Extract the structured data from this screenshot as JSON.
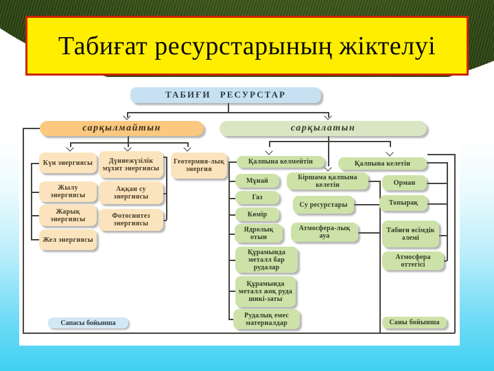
{
  "slide": {
    "title": "Табиғат ресурстарының жіктелуі",
    "colors": {
      "title_bg": "#ffee00",
      "title_border": "#cf2200",
      "background_cyan": "#3fd0f2",
      "grass_green": "#2c4513",
      "root_bg": "#c7e1f2",
      "inexhaustible_bg": "#fac87e",
      "exhaustible_bg": "#d9e6c4",
      "tan_node_bg": "#fbe4bd",
      "green_node_bg": "#cde2a8",
      "tag_blue_bg": "#d2e8f4"
    }
  },
  "diagram": {
    "root": "ТАБИҒИ РЕСУРСТАР",
    "inexhaustible": {
      "header": "сарқылмайтын",
      "sun": "Күн энергиясы",
      "heat": "Жылу энергиясы",
      "light": "Жарық энергиясы",
      "wind": "Жел энергиясы",
      "ocean": "Дүниежүзілік мұхит энергиясы",
      "flowing_water": "Аққан су энергиясы",
      "photosynthesis": "Фотосинтез энергиясы",
      "geothermal": "Геотермия-лық энергия"
    },
    "exhaustible": {
      "header": "сарқылатын",
      "non_renewable": "Қалпына келмейтін",
      "renewable": "Қалпына келетін",
      "partly_renewable": "Біршама қалпына келетін",
      "oil": "Мұнай",
      "gas": "Газ",
      "coal": "Көмір",
      "nuclear_fuel": "Ядролық отын",
      "metal_ores": "Құрамында металл бар рудалар",
      "non_metal_ores": "Құрамында металл жоқ руда шикі-заты",
      "non_ore_materials": "Рудалық емес материалдар",
      "water_resources": "Су ресурстары",
      "atmospheric_air": "Атмосфера-лық ауа",
      "forest": "Орман",
      "soil": "Топырақ",
      "plant_world": "Табиғи өсімдік әлемі",
      "atmospheric_oxygen": "Атмосфера оттегісі"
    },
    "footer": {
      "by_quality": "Сапасы бойынша",
      "by_quantity": "Саны бойынша"
    }
  }
}
